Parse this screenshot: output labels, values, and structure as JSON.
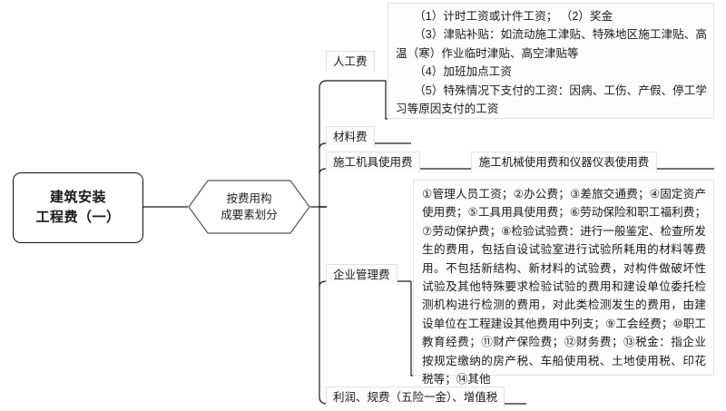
{
  "diagram": {
    "type": "mind-map",
    "root": {
      "line1": "建筑安装",
      "line2": "工程费（一）"
    },
    "classifier": {
      "line1": "按费用构",
      "line2": "成要素划分"
    },
    "branches": [
      {
        "id": "labor",
        "label": "人工费",
        "content_lines": [
          "（1）计时工资或计件工资； （2）奖金",
          "（3）津贴补贴：如流动施工津贴、特殊地区施工津贴、高温（寒）作业临时津贴、高空津贴等",
          "（4）加班加点工资",
          "（5）特殊情况下支付的工资：因病、工伤、产假、停工学习等原因支付的工资"
        ]
      },
      {
        "id": "material",
        "label": "材料费",
        "content_lines": []
      },
      {
        "id": "machine",
        "label": "施工机具使用费",
        "content_lines": [
          "施工机械使用费和仪器仪表使用费"
        ]
      },
      {
        "id": "management",
        "label": "企业管理费",
        "content_lines": [
          "①管理人员工资；②办公费；③差旅交通费；④固定资产使用费；⑤工具用具使用费；⑥劳动保险和职工福利费；⑦劳动保护费；⑧检验试验费：进行一般鉴定、检查所发生的费用，包括自设试验室进行试验所耗用的材料等费用。不包括新结构、新材料的试验费，对构件做破坏性试验及其他特殊要求检验试验的费用和建设单位委托检测机构进行检测的费用，对此类检测发生的费用，由建设单位在工程建设其他费用中列支；⑨工会经费；⑩职工教育经费；⑪财产保险费；⑫财务费；⑬税金：指企业按规定缴纳的房产税、车船使用税、土地使用税、印花税等；⑭其他"
        ]
      },
      {
        "id": "profit",
        "label": "利润、规费（五险一金）、增值税",
        "content_lines": []
      }
    ],
    "colors": {
      "line": "#1a1a1a",
      "hex_stroke": "#555555",
      "box_border": "#e4e4e4",
      "box_background": "#fdfdfd",
      "page_background": "#ffffff",
      "text": "#1a1a1a"
    }
  }
}
